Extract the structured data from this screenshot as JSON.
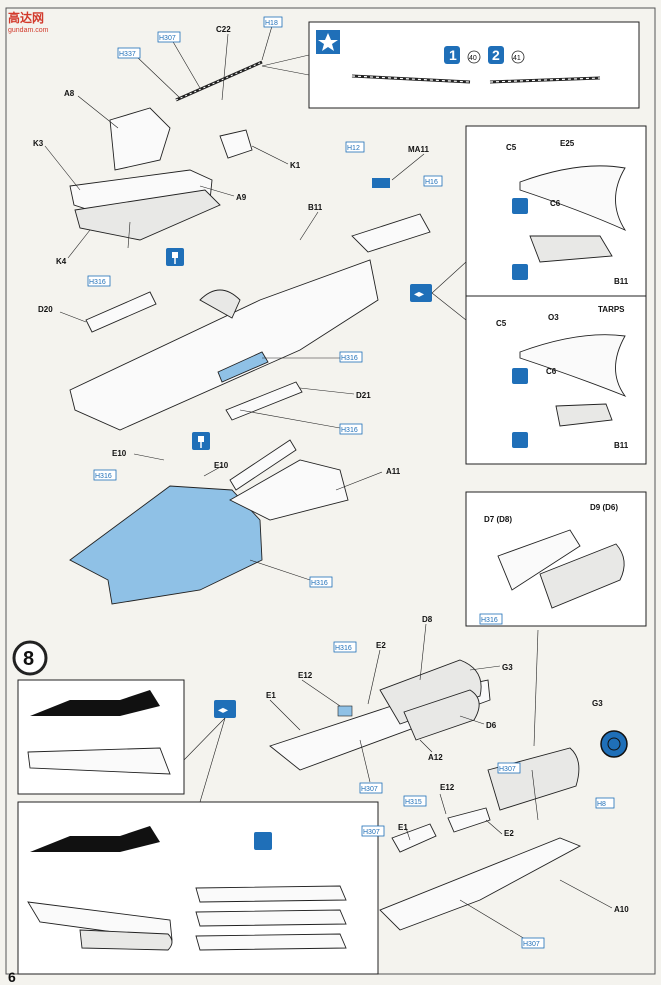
{
  "watermark": {
    "title": "高达网",
    "site": "gundam.com"
  },
  "page_number": "6",
  "step": {
    "number": "8"
  },
  "part_labels": {
    "c22": "C22",
    "a8": "A8",
    "k3": "K3",
    "k1": "K1",
    "a9": "A9",
    "k4": "K4",
    "ma11": "MA11",
    "b11": "B11",
    "d20": "D20",
    "d21": "D21",
    "e10a": "E10",
    "e10b": "E10",
    "a11": "A11",
    "c5a": "C5",
    "e25": "E25",
    "c6a": "C6",
    "b11a": "B11",
    "c5b": "C5",
    "o3": "O3",
    "tarps": "TARPS",
    "c6b": "C6",
    "b11b": "B11",
    "d7": "D7 (D8)",
    "d9": "D9 (D6)",
    "d8": "D8",
    "e2a": "E2",
    "g3a": "G3",
    "e12a": "E12",
    "e1a": "E1",
    "d6": "D6",
    "a12": "A12",
    "g3b": "G3",
    "e12b": "E12",
    "e2b": "E2",
    "e1b": "E1",
    "a10": "A10"
  },
  "color_codes": {
    "h18": "H18",
    "h307a": "H307",
    "h337": "H337",
    "h12": "H12",
    "h16": "H16",
    "h316a": "H316",
    "h316b": "H316",
    "h316c": "H316",
    "h316d": "H316",
    "h316e": "H316",
    "h316f": "H316",
    "h316g": "H316",
    "h307b": "H307",
    "h307c": "H307",
    "h8": "H8",
    "h315": "H315",
    "h307d": "H307",
    "h307e": "H307"
  },
  "decal_numbers": {
    "one": "1",
    "two": "2",
    "n40": "40",
    "n41": "41"
  },
  "colors": {
    "model_blue": "#8fc1e6",
    "code_blue": "#1f6fb8",
    "ink": "#222222",
    "watermark_red": "#d23a2c"
  }
}
